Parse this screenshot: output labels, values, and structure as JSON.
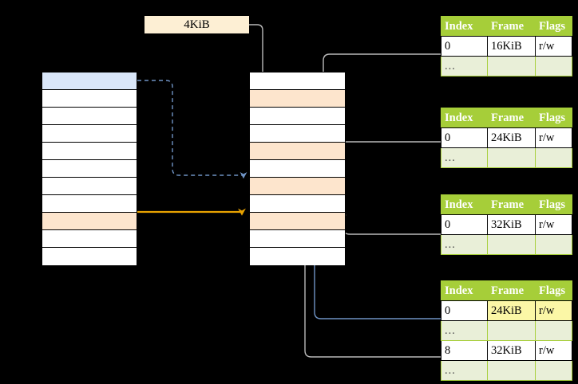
{
  "diagram": {
    "title": "page-table-walk",
    "offset_label": "4KiB",
    "colors": {
      "background": "#000000",
      "header_green": "#a6ce39",
      "ellipsis_green": "#e9efd8",
      "highlight_peach": "#fde5cd",
      "highlight_blue": "#d9e6f9",
      "highlight_yellow": "#fbf7a6",
      "arrow_gray": "#aaaaaa",
      "arrow_blue": "#6f93c4",
      "arrow_orange": "#e8a200",
      "offset_label_bg": "#fdefd4"
    }
  },
  "columns": {
    "virtual": {
      "name": "virtual-address-column",
      "rows": [
        {
          "index": 0,
          "fill": "blue"
        },
        {
          "index": 1,
          "fill": "white"
        },
        {
          "index": 2,
          "fill": "white"
        },
        {
          "index": 3,
          "fill": "white"
        },
        {
          "index": 4,
          "fill": "white"
        },
        {
          "index": 5,
          "fill": "white"
        },
        {
          "index": 6,
          "fill": "white"
        },
        {
          "index": 7,
          "fill": "white"
        },
        {
          "index": 8,
          "fill": "peach"
        },
        {
          "index": 9,
          "fill": "white"
        },
        {
          "index": 10,
          "fill": "white"
        }
      ]
    },
    "physical": {
      "name": "physical-memory-column",
      "rows": [
        {
          "index": 0,
          "fill": "white"
        },
        {
          "index": 1,
          "fill": "peach"
        },
        {
          "index": 2,
          "fill": "white"
        },
        {
          "index": 3,
          "fill": "white"
        },
        {
          "index": 4,
          "fill": "peach"
        },
        {
          "index": 5,
          "fill": "white"
        },
        {
          "index": 6,
          "fill": "peach"
        },
        {
          "index": 7,
          "fill": "white"
        },
        {
          "index": 8,
          "fill": "peach"
        },
        {
          "index": 9,
          "fill": "white"
        },
        {
          "index": 10,
          "fill": "white"
        }
      ]
    }
  },
  "tables": [
    {
      "name": "page-table-level-1",
      "headers": [
        "Index",
        "Frame",
        "Flags"
      ],
      "rows": [
        {
          "cells": [
            "0",
            "16KiB",
            "r/w"
          ],
          "type": "data",
          "highlight": [
            false,
            false,
            false
          ]
        },
        {
          "cells": [
            "...",
            "",
            ""
          ],
          "type": "ellipsis",
          "highlight": [
            false,
            false,
            false
          ]
        }
      ]
    },
    {
      "name": "page-table-level-2",
      "headers": [
        "Index",
        "Frame",
        "Flags"
      ],
      "rows": [
        {
          "cells": [
            "0",
            "24KiB",
            "r/w"
          ],
          "type": "data",
          "highlight": [
            false,
            false,
            false
          ]
        },
        {
          "cells": [
            "...",
            "",
            ""
          ],
          "type": "ellipsis",
          "highlight": [
            false,
            false,
            false
          ]
        }
      ]
    },
    {
      "name": "page-table-level-3",
      "headers": [
        "Index",
        "Frame",
        "Flags"
      ],
      "rows": [
        {
          "cells": [
            "0",
            "32KiB",
            "r/w"
          ],
          "type": "data",
          "highlight": [
            false,
            false,
            false
          ]
        },
        {
          "cells": [
            "...",
            "",
            ""
          ],
          "type": "ellipsis",
          "highlight": [
            false,
            false,
            false
          ]
        }
      ]
    },
    {
      "name": "page-table-level-4",
      "headers": [
        "Index",
        "Frame",
        "Flags"
      ],
      "rows": [
        {
          "cells": [
            "0",
            "24KiB",
            "r/w"
          ],
          "type": "data",
          "highlight": [
            false,
            true,
            true
          ]
        },
        {
          "cells": [
            "...",
            "",
            ""
          ],
          "type": "ellipsis",
          "highlight": [
            false,
            false,
            false
          ]
        },
        {
          "cells": [
            "8",
            "32KiB",
            "r/w"
          ],
          "type": "data",
          "highlight": [
            false,
            false,
            false
          ]
        },
        {
          "cells": [
            "...",
            "",
            ""
          ],
          "type": "ellipsis",
          "highlight": [
            false,
            false,
            false
          ]
        }
      ]
    }
  ]
}
